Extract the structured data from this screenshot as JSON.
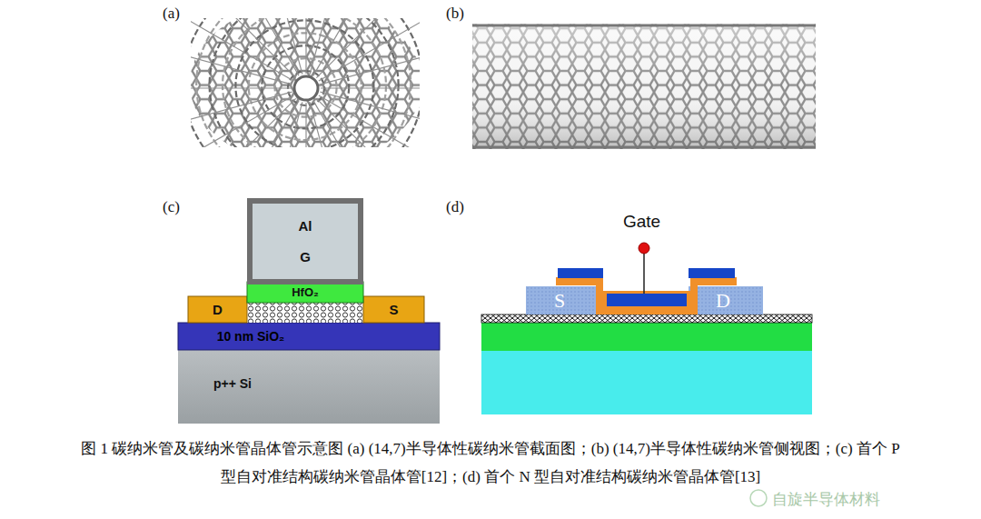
{
  "diagram": {
    "caption": "图 1 碳纳米管及碳纳米管晶体管示意图 (a) (14,7)半导体性碳纳米管截面图；(b) (14,7)半导体性碳纳米管侧视图；(c) 首个 P 型自对准结构碳纳米管晶体管[12]；(d) 首个 N 型自对准结构碳纳米管晶体管[13]",
    "nodes": [
      {
        "text": [
          "Al",
          "G"
        ]
      },
      {
        "text": [
          "HfO₂"
        ]
      },
      {
        "text": [
          "D"
        ]
      },
      {
        "text": [
          "S"
        ]
      },
      {
        "text": [
          "10 nm SiO₂"
        ]
      },
      {
        "text": [
          "p++ Si"
        ]
      },
      {
        "text": [
          "S"
        ]
      },
      {
        "text": [
          "D"
        ]
      }
    ],
    "labels": [
      "(a)",
      "(b)",
      "(c)",
      "(d)",
      "Gate",
      "自旋半导体材料"
    ]
  }
}
